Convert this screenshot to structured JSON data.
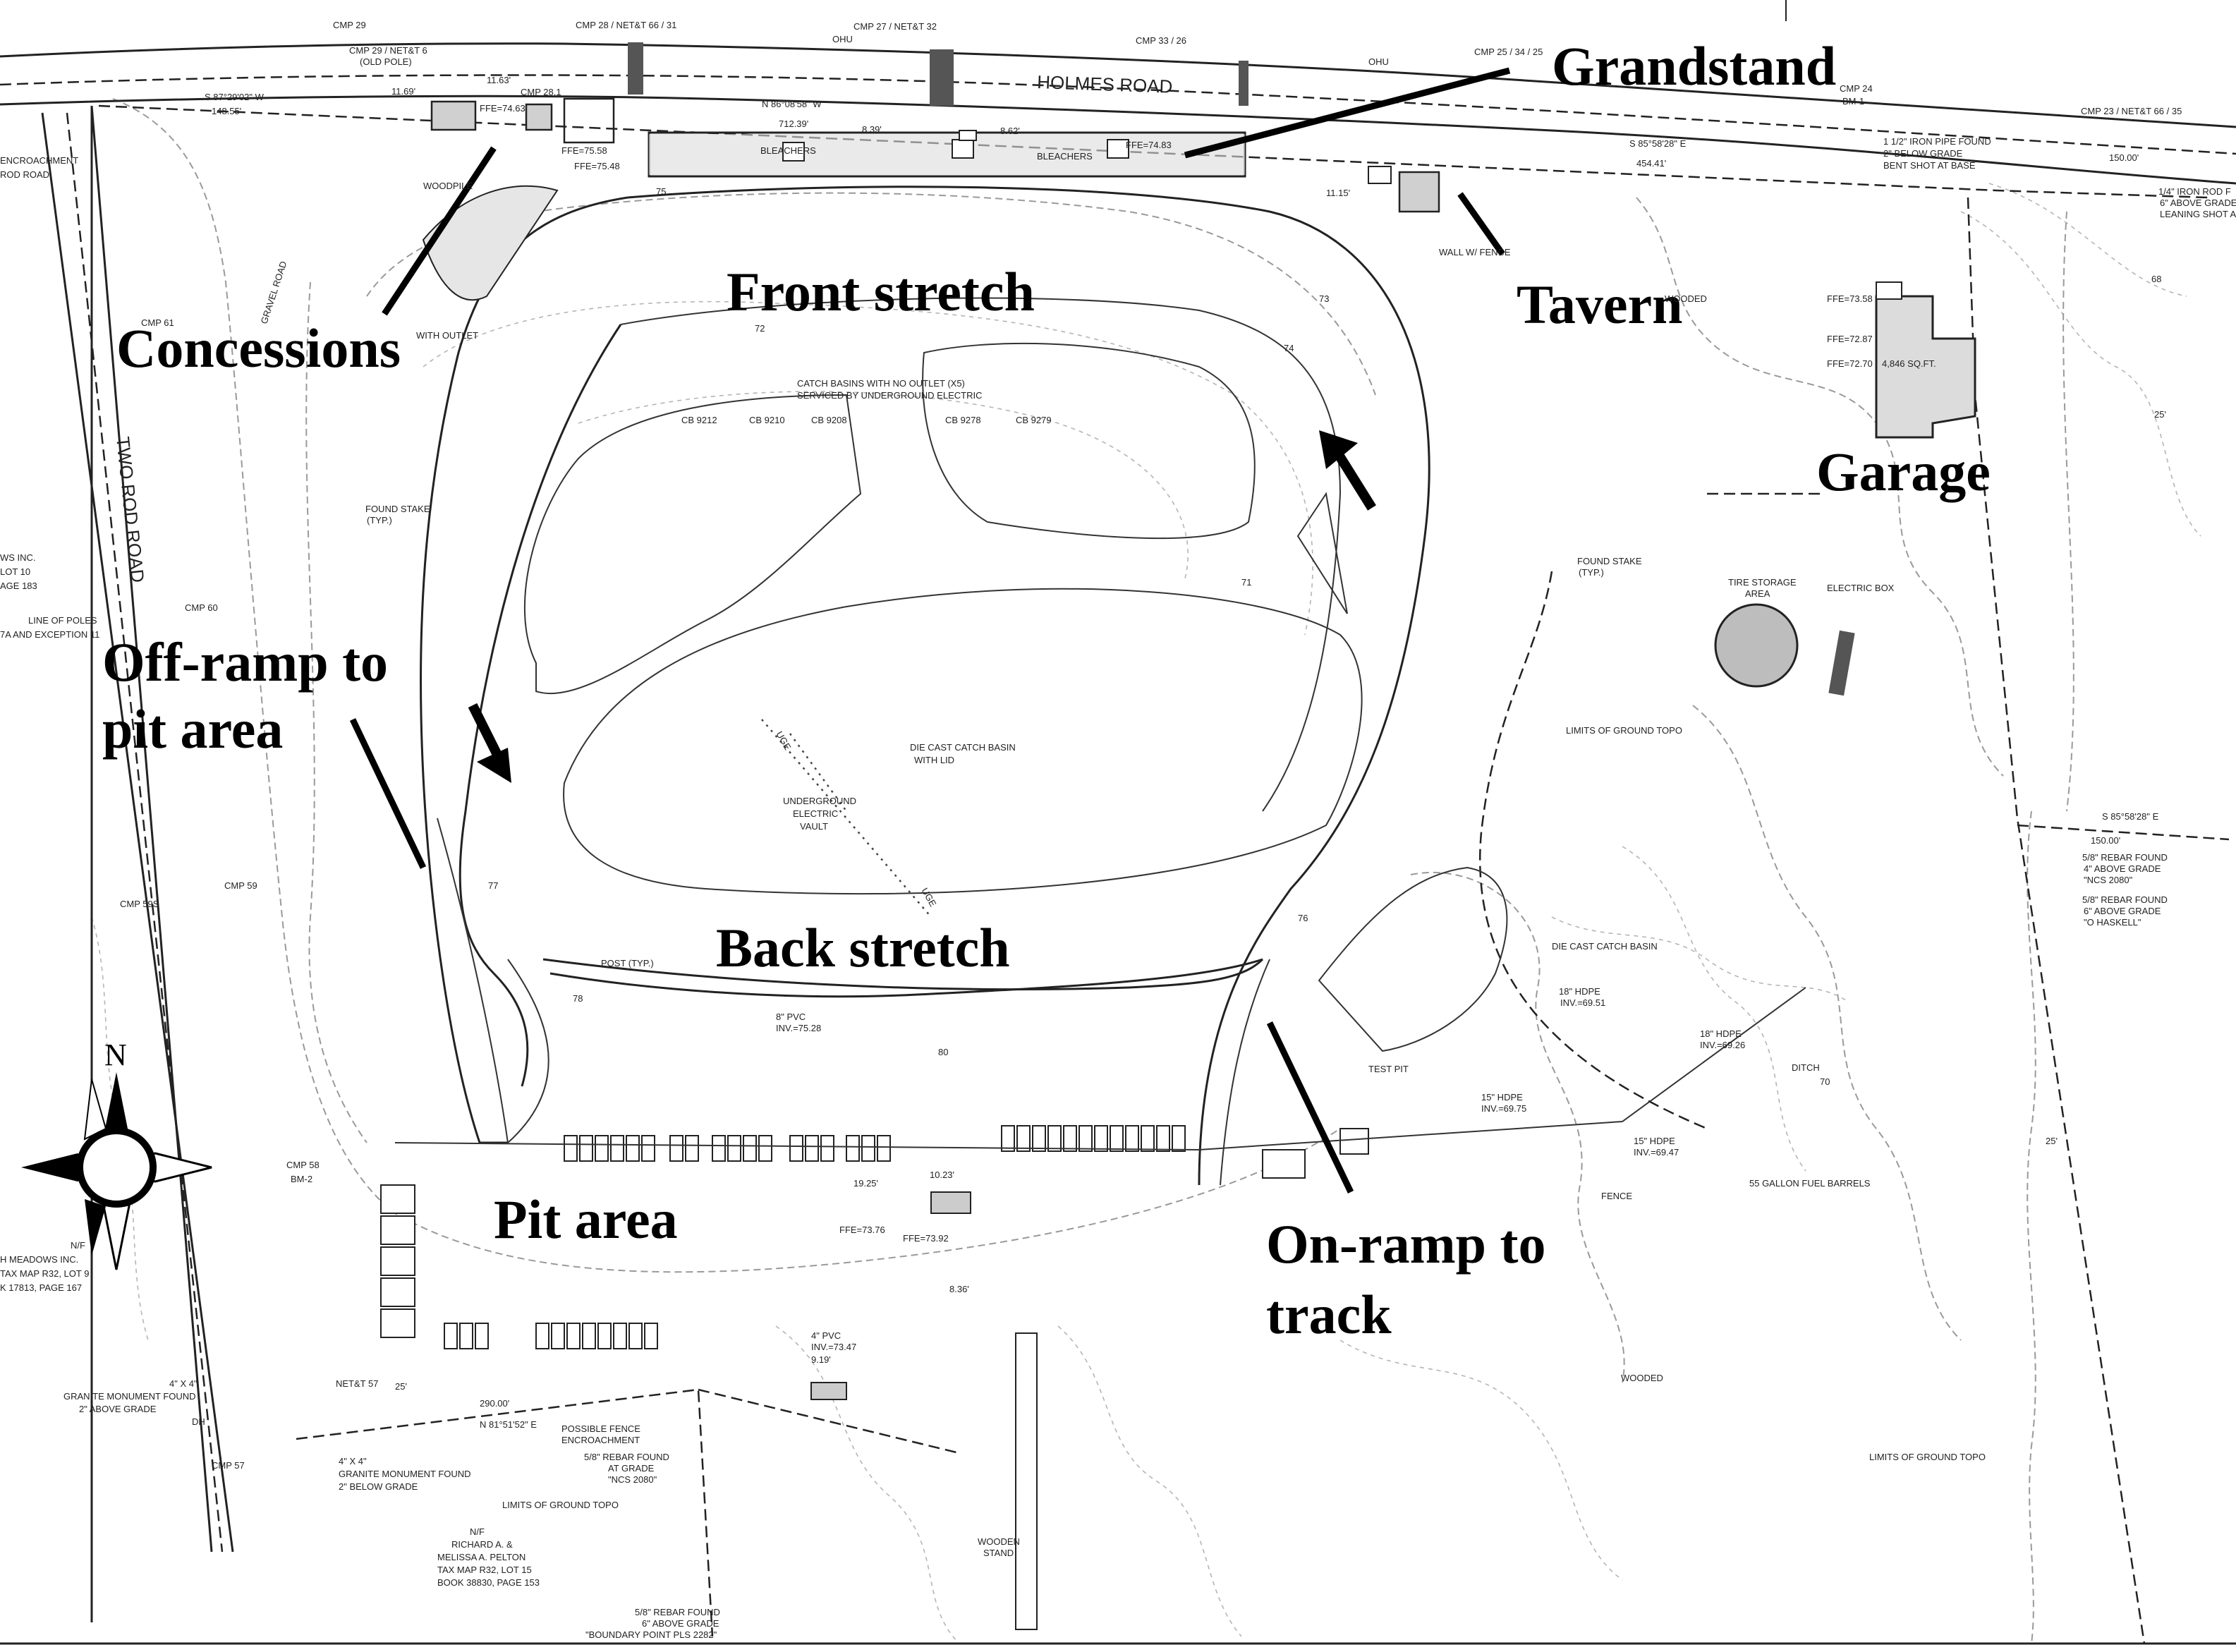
{
  "roads": {
    "holmes": "HOLMES ROAD",
    "two_rod": "TWO ROD ROAD",
    "gravel": "GRAVEL ROAD"
  },
  "callouts": {
    "grandstand": "Grandstand",
    "concessions": "Concessions",
    "front_stretch": "Front stretch",
    "tavern": "Tavern",
    "garage": "Garage",
    "off_ramp_line1": "Off-ramp to",
    "off_ramp_line2": "pit area",
    "back_stretch": "Back stretch",
    "pit_area": "Pit area",
    "on_ramp_line1": "On-ramp to",
    "on_ramp_line2": "track"
  },
  "compass": {
    "north": "N"
  },
  "labels": {
    "cmp29": "CMP 29",
    "cmp29_net": "CMP 29 / NET&T 6",
    "old_pole": "(OLD POLE)",
    "cmp28": "CMP 28 / NET&T 66 / 31",
    "cmp28_1": "CMP 28.1",
    "cmp27": "CMP 27 / NET&T 32",
    "cmp33": "CMP 33 / 26",
    "cmp25": "CMP 25 / 34 / 25",
    "cmp24": "CMP 24",
    "bm1": "BM-1",
    "cmp23": "CMP 23 / NET&T 66 / 35",
    "ohu": "OHU",
    "bearing_top": "N 86°08'58\" W",
    "dist_712": "712.39'",
    "bearing_s87": "S 87°29'02\" W",
    "dist_148": "148.55'",
    "dist_1163": "11.63'",
    "dist_1169": "11.69'",
    "dist_839": "8.39'",
    "dist_862": "8.62'",
    "bleachers1": "BLEACHERS",
    "bleachers2": "BLEACHERS",
    "ffe_7483": "FFE=74.83",
    "ffe_7463": "FFE=74.63",
    "ffe_7558": "FFE=75.58",
    "ffe_7548": "FFE=75.48",
    "bearing_s85": "S 85°58'28\" E",
    "dist_454": "454.41'",
    "dist_1115": "11.15'",
    "iron_pipe": "1 1/2\" IRON PIPE FOUND",
    "iron_pipe2": "2\" BELOW GRADE",
    "iron_pipe3": "BENT SHOT AT BASE",
    "iron_rod": "1/4\" IRON ROD F",
    "iron_rod2": "6\" ABOVE GRADE",
    "iron_rod3": "LEANING SHOT A",
    "dist_150_top": "150.00'",
    "wall_fence": "WALL W/ FENCE",
    "wooded_top": "WOODED",
    "ffe_7358": "FFE=73.58",
    "ffe_7287": "FFE=72.87",
    "ffe_7270": "FFE=72.70",
    "garage_sqft": "4,846 SQ.FT.",
    "woodpile": "WOODPILE",
    "with_outlet": "WITH OUTLET",
    "encroachment": "ENCROACHMENT",
    "rod_road": "ROD ROAD",
    "catch_basins1": "CATCH BASINS WITH NO OUTLET (X5)",
    "catch_basins2": "SERVICED BY UNDERGROUND ELECTRIC",
    "cb1": "CB 9212",
    "cb2": "CB 9210",
    "cb3": "CB 9208",
    "cb4": "CB 9278",
    "cb5": "CB 9279",
    "cmp61": "CMP 61",
    "found_stake": "FOUND STAKE",
    "typ": "(TYP.)",
    "found_stake_r": "FOUND STAKE",
    "typ_r": "(TYP.)",
    "tire_storage1": "TIRE STORAGE",
    "tire_storage2": "AREA",
    "electric_box": "ELECTRIC BOX",
    "ws_inc": "WS INC.",
    "lot10": "LOT 10",
    "age183": "AGE 183",
    "line_of_poles": "LINE OF POLES",
    "exception": "7A AND EXCEPTION 11",
    "cmp60": "CMP 60",
    "die_cast1": "DIE CAST CATCH BASIN",
    "die_cast1b": "WITH LID",
    "ug_vault1": "UNDERGROUND",
    "ug_vault2": "ELECTRIC",
    "ug_vault3": "VAULT",
    "uge": "UGE",
    "limits_topo_r": "LIMITS OF GROUND TOPO",
    "bearing_s85_2": "S 85°58'28\" E",
    "dist_150": "150.00'",
    "rebar1": "5/8\" REBAR FOUND",
    "rebar1b": "4\" ABOVE GRADE",
    "rebar1c": "\"NCS 2080\"",
    "rebar2": "5/8\" REBAR FOUND",
    "rebar2b": "6\" ABOVE GRADE",
    "rebar2c": "\"O HASKELL\"",
    "cmp59s": "CMP 59S",
    "cmp59": "CMP 59",
    "post_typ": "POST (TYP.)",
    "pvc_top": "8\" PVC",
    "inv_7528": "INV.=75.28",
    "die_cast2": "DIE CAST CATCH BASIN",
    "hdpe1": "18\" HDPE",
    "hdpe1b": "INV.=69.51",
    "hdpe2": "18\" HDPE",
    "hdpe2b": "INV.=69.26",
    "test_pit": "TEST PIT",
    "hdpe3": "15\" HDPE",
    "hdpe3b": "INV.=69.75",
    "hdpe4": "15\" HDPE",
    "hdpe4b": "INV.=69.47",
    "ditch": "DITCH",
    "fence": "FENCE",
    "fuel_barrels": "55 GALLON FUEL BARRELS",
    "cmp58": "CMP 58",
    "bm2": "BM-2",
    "dist_1925": "19.25'",
    "dist_1023": "10.23'",
    "ffe_7376": "FFE=73.76",
    "ffe_7392": "FFE=73.92",
    "dist_836": "8.36'",
    "nf_left1": "N/F",
    "nf_left2": "H MEADOWS INC.",
    "nf_left3": "TAX MAP R32, LOT 9",
    "nf_left4": "K 17813, PAGE 167",
    "pvc_low": "4\" PVC",
    "inv_7347": "INV.=73.47",
    "dist_919": "9.19'",
    "net57": "NET&T 57",
    "dist_290": "290.00'",
    "bearing_n81": "N 81°51'52\" E",
    "granite1": "4\" X 4\"",
    "granite1b": "GRANITE MONUMENT FOUND",
    "granite1c": "2\" ABOVE GRADE",
    "dh": "DH",
    "fence_encroach1": "POSSIBLE FENCE",
    "fence_encroach2": "ENCROACHMENT",
    "rebar3": "5/8\" REBAR FOUND",
    "rebar3b": "AT GRADE",
    "rebar3c": "\"NCS 2080\"",
    "cmp57": "CMP 57",
    "granite2": "4\" X 4\"",
    "granite2b": "GRANITE MONUMENT FOUND",
    "granite2c": "2\" BELOW GRADE",
    "limits_topo_l": "LIMITS OF GROUND TOPO",
    "nf_bottom1": "N/F",
    "nf_bottom2": "RICHARD A. &",
    "nf_bottom3": "MELISSA A. PELTON",
    "nf_bottom4": "TAX MAP R32, LOT 15",
    "nf_bottom5": "BOOK 38830, PAGE 153",
    "rebar4": "5/8\" REBAR FOUND",
    "rebar4b": "6\" ABOVE GRADE",
    "rebar4c": "\"BOUNDARY POINT PLS 2282\"",
    "wooden_stand1": "WOODEN",
    "wooden_stand2": "STAND",
    "wooded_bottom": "WOODED",
    "limits_topo_b": "LIMITS OF GROUND TOPO",
    "dist_25": "25'",
    "dist_25b": "25'",
    "dist_25c": "25'"
  },
  "contours": [
    "72",
    "73",
    "74",
    "75",
    "76",
    "77",
    "78",
    "80",
    "71",
    "70",
    "68"
  ]
}
